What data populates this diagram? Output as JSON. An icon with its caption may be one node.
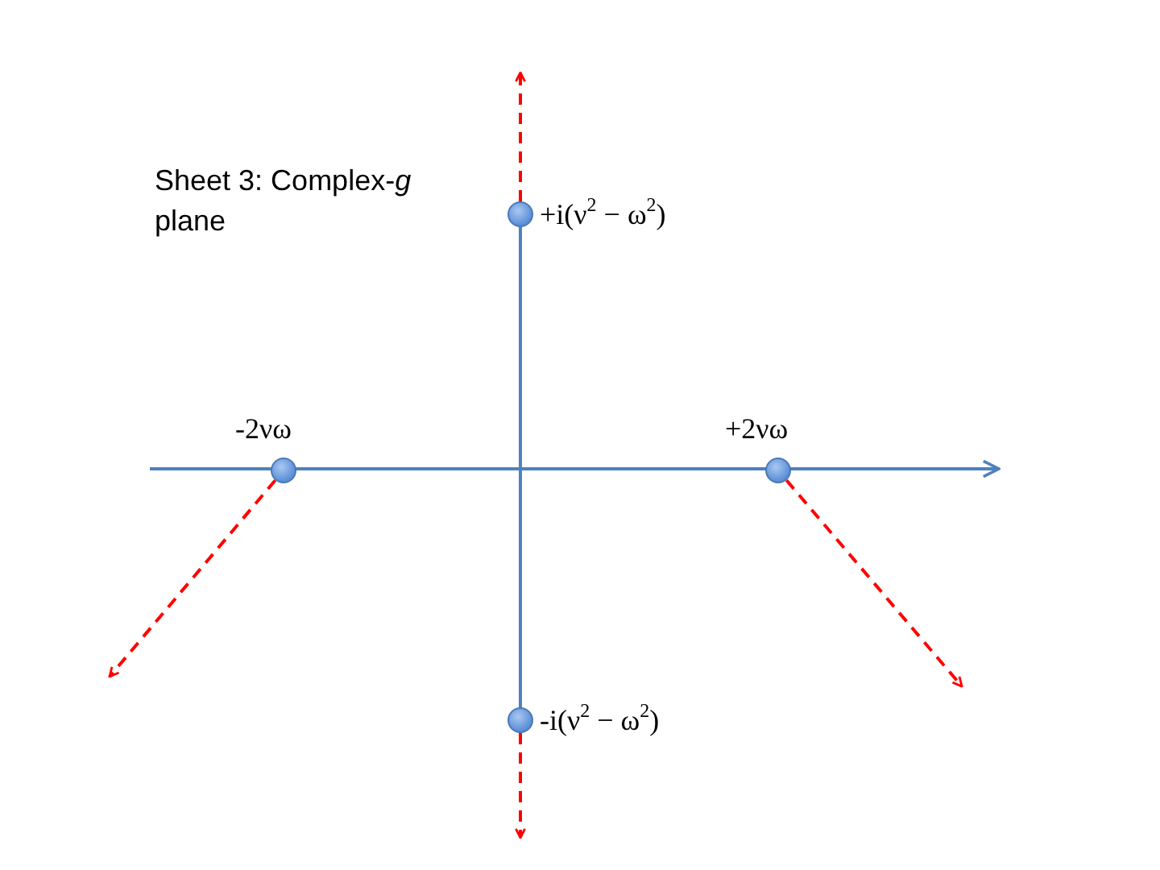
{
  "diagram": {
    "nodes": [
      {
        "text": [],
        "shape": "circle",
        "beside": [
          "+i(ν$^{2}$ − ω$^{2}$)"
        ]
      },
      {
        "text": [],
        "shape": "circle",
        "beside": [
          "-2νω"
        ]
      },
      {
        "text": [],
        "shape": "circle",
        "beside": [
          "+2νω"
        ]
      },
      {
        "text": [],
        "shape": "circle",
        "beside": [
          "-i(ν$^{2}$ − ω$^{2}$)"
        ]
      }
    ],
    "edges": [
      {
        "from": 0,
        "to": null,
        "arrow": "to",
        "style": "dashed",
        "color": "#ff0000"
      },
      {
        "from": 1,
        "to": null,
        "arrow": "to",
        "style": "dashed",
        "color": "#ff0000"
      },
      {
        "from": 2,
        "to": null,
        "arrow": "to",
        "style": "dashed",
        "color": "#ff0000"
      },
      {
        "from": 3,
        "to": null,
        "arrow": "to",
        "style": "dashed",
        "color": "#ff0000"
      },
      {
        "from": 0,
        "to": 3,
        "arrow": "none",
        "color": "#4f81bd"
      }
    ],
    "labels": [
      "Sheet 3: Complex-*g* plane"
    ]
  }
}
